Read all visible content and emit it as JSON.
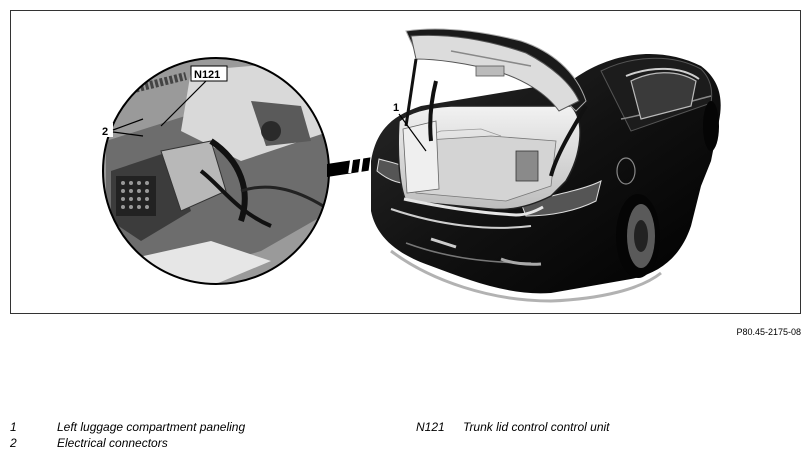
{
  "figure_code": "P80.45-2175-08",
  "callouts": {
    "c1": "1",
    "c2": "2",
    "cN121": "N121"
  },
  "legend": [
    {
      "num": "1",
      "text": "Left luggage compartment paneling"
    },
    {
      "num": "2",
      "text": "Electrical connectors"
    },
    {
      "num": "N121",
      "text": "Trunk lid control control unit"
    }
  ]
}
